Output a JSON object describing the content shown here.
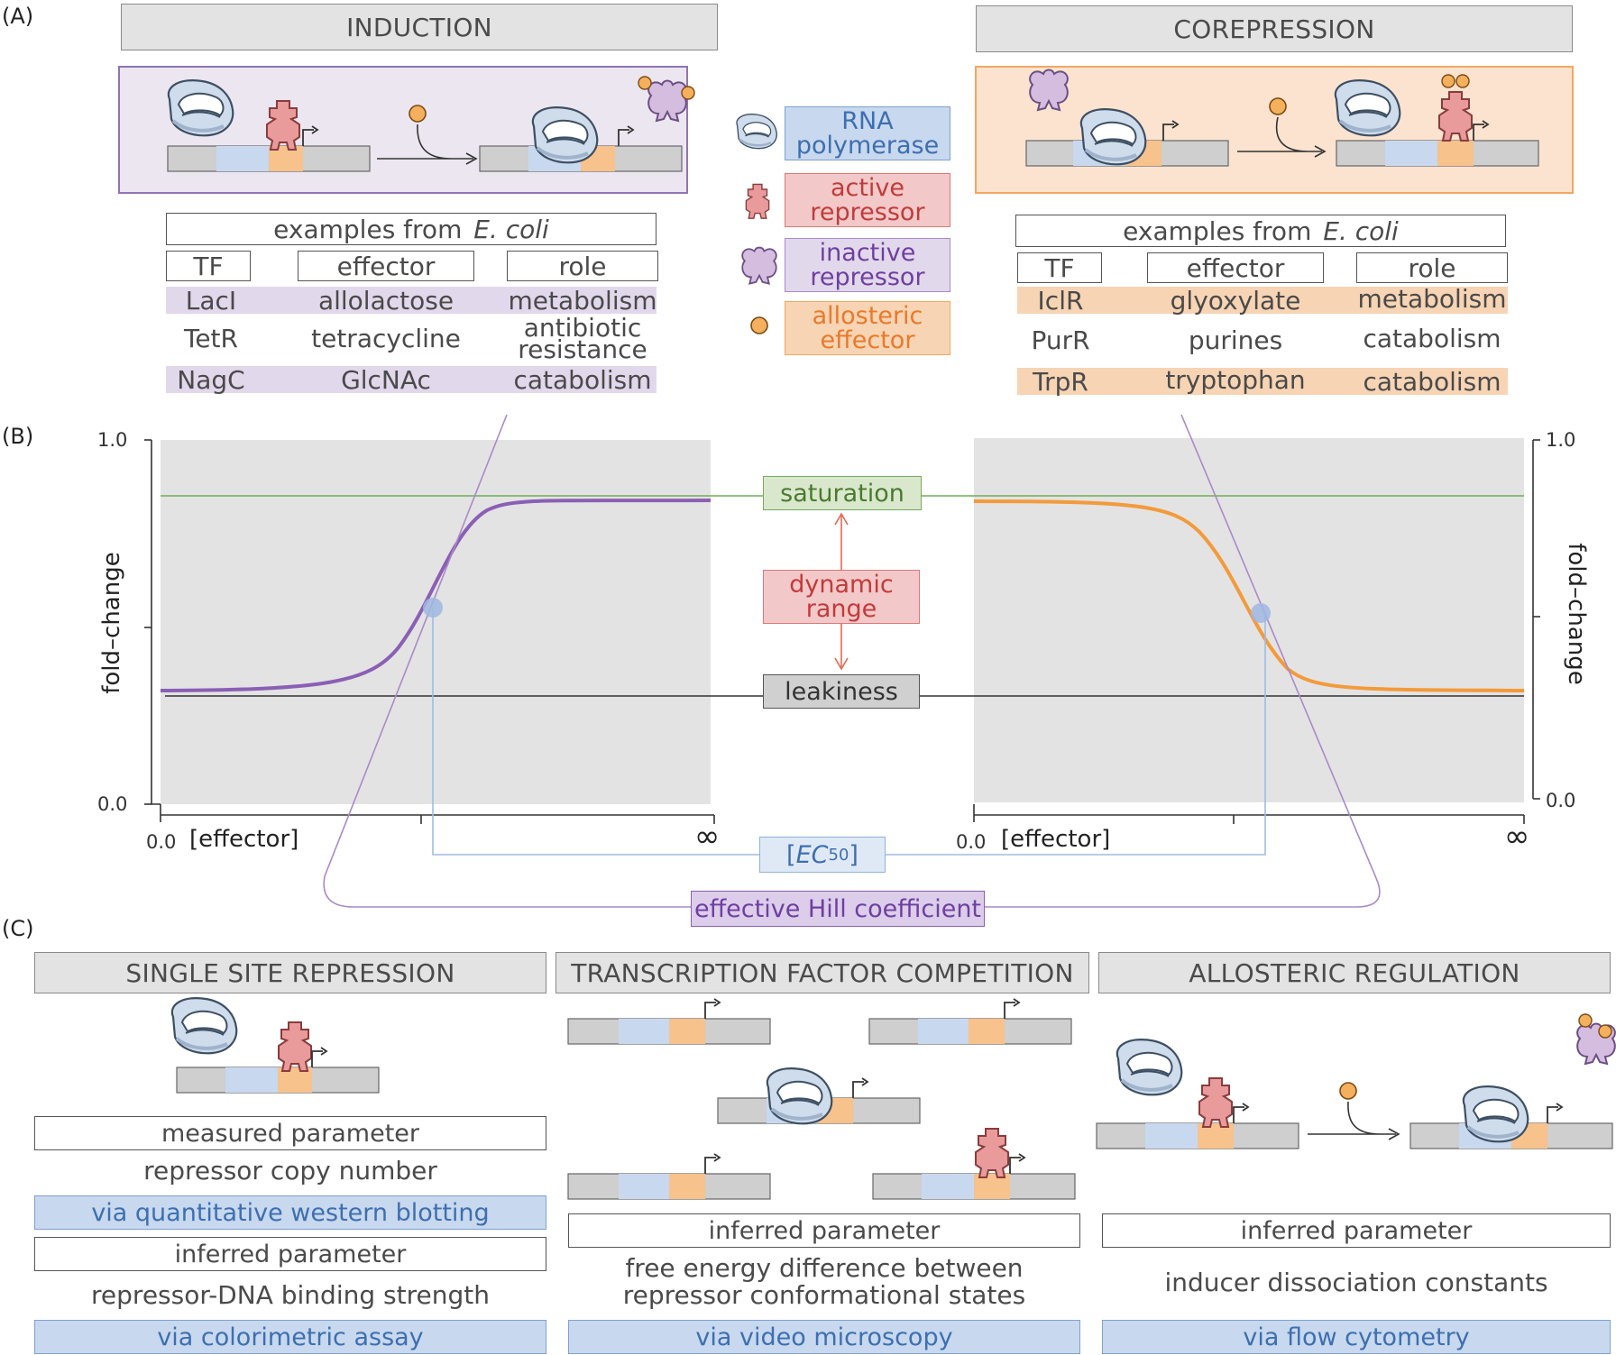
{
  "panels": {
    "a": "(A)",
    "b": "(B)",
    "c": "(C)"
  },
  "induction": {
    "header": "INDUCTION",
    "examples_title": "examples from",
    "organism": "E. coli",
    "columns": [
      "TF",
      "effector",
      "role"
    ],
    "rows": [
      {
        "tf": "LacI",
        "effector": "allolactose",
        "role_a": "metabolism",
        "role_b": ""
      },
      {
        "tf": "TetR",
        "effector": "tetracycline",
        "role_a": "antibiotic",
        "role_b": "resistance"
      },
      {
        "tf": "NagC",
        "effector": "GlcNAc",
        "role_a": "catabolism",
        "role_b": ""
      }
    ]
  },
  "corepression": {
    "header": "COREPRESSION",
    "examples_title": "examples from",
    "organism": "E. coli",
    "columns": [
      "TF",
      "effector",
      "role"
    ],
    "rows": [
      {
        "tf": "IclR",
        "effector": "glyoxylate",
        "role": "metabolism"
      },
      {
        "tf": "PurR",
        "effector": "purines",
        "role": "catabolism"
      },
      {
        "tf": "TrpR",
        "effector": "tryptophan",
        "role": "catabolism"
      }
    ]
  },
  "legend": {
    "rnap": [
      "RNA",
      "polymerase"
    ],
    "active": [
      "active",
      "repressor"
    ],
    "inactive": [
      "inactive",
      "repressor"
    ],
    "effector": [
      "allosteric",
      "effector"
    ]
  },
  "plot": {
    "ylabel": "fold–change",
    "ytick_top": "1.0",
    "ytick_bottom": "0.0",
    "x_zero": "0.0",
    "xlabel": "[effector]",
    "x_inf": "∞",
    "saturation": "saturation",
    "dynamic_range": [
      "dynamic",
      "range"
    ],
    "leakiness": "leakiness",
    "ec50_main": "EC",
    "ec50_sub": "50",
    "hill": "effective Hill coefficient"
  },
  "bottom": {
    "single": {
      "header": "SINGLE SITE REPRESSION",
      "measured_label": "measured parameter",
      "measured_value": "repressor copy number",
      "measured_method": "via quantitative western blotting",
      "inferred_label": "inferred parameter",
      "inferred_value": "repressor-DNA binding strength",
      "inferred_method": "via colorimetric assay"
    },
    "competition": {
      "header": "TRANSCRIPTION FACTOR COMPETITION",
      "inferred_label": "inferred parameter",
      "value_1": "free energy difference between",
      "value_2": "repressor conformational states",
      "method": "via  video microscopy"
    },
    "allosteric": {
      "header": "ALLOSTERIC REGULATION",
      "inferred_label": "inferred parameter",
      "value": "inducer dissociation constants",
      "method": "via flow cytometry"
    }
  },
  "colors": {
    "blue": "#c8d8ee",
    "red": "#f2c8c8",
    "purple": "#e2d8ec",
    "orange": "#f7d4b4",
    "green": "#d9e8cc",
    "gray": "#e3e3e3",
    "purple_line": "#8b5fb5",
    "orange_line": "#f39a3a"
  }
}
